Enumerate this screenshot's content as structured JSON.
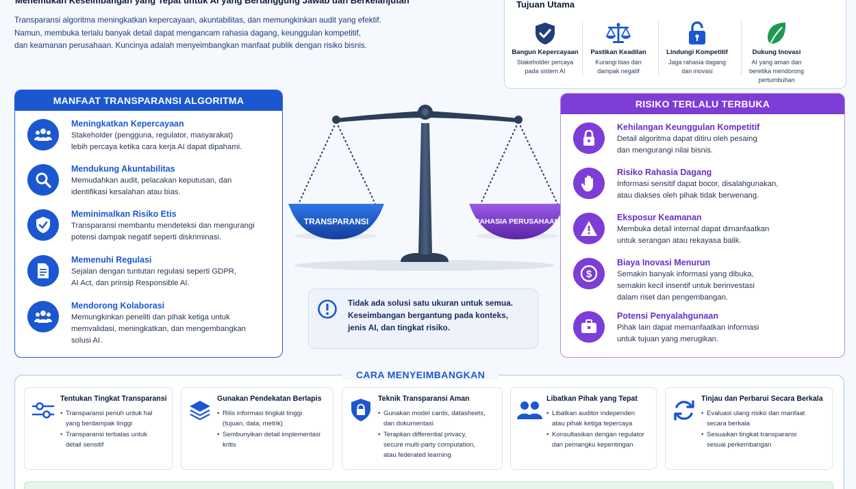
{
  "header": {
    "subtitle": "Menemukan Keseimbangan yang Tepat untuk AI yang Bertanggung Jawab dan Berkelanjutan",
    "intro_lines": [
      "Transparansi algoritma meningkatkan kepercayaan, akuntabilitas, dan memungkinkan audit yang efektif.",
      "Namun, membuka terlalu banyak detail dapat mengancam rahasia dagang, keunggulan kompetitif,",
      "dan keamanan perusahaan. Kuncinya adalah menyeimbangkan manfaat publik dengan risiko bisnis."
    ]
  },
  "goals": {
    "title": "Tujuan Utama",
    "items": [
      {
        "title": "Bangun Kepercayaan",
        "desc": [
          "Stakeholder percaya",
          "pada sistem AI"
        ],
        "icon": "shield-check-icon"
      },
      {
        "title": "Pastikan Keadilan",
        "desc": [
          "Kurangi bias dan",
          "dampak negatif"
        ],
        "icon": "balance-scale-icon"
      },
      {
        "title": "Lindungi Kompetitif",
        "desc": [
          "Jaga rahasia dagang",
          "dan inovasi"
        ],
        "icon": "lock-icon"
      },
      {
        "title": "Dukung Inovasi",
        "desc": [
          "AI yang aman dan",
          "beretika mendorong",
          "pertumbuhan"
        ],
        "icon": "leaf-icon"
      }
    ]
  },
  "benefits": {
    "title": "MANFAAT TRANSPARANSI ALGORITMA",
    "items": [
      {
        "title": "Meningkatkan Kepercayaan",
        "desc": [
          "Stakeholder (pengguna, regulator, masyarakat)",
          "lebih percaya ketika cara kerja AI dapat dipahami."
        ],
        "icon": "people-icon"
      },
      {
        "title": "Mendukung Akuntabilitas",
        "desc": [
          "Memudahkan audit, pelacakan keputusan, dan",
          "identifikasi kesalahan atau bias."
        ],
        "icon": "magnifier-icon"
      },
      {
        "title": "Meminimalkan Risiko Etis",
        "desc": [
          "Transparansi membantu mendeteksi dan mengurangi",
          "potensi dampak negatif seperti diskriminasi."
        ],
        "icon": "shield-check-icon"
      },
      {
        "title": "Memenuhi Regulasi",
        "desc": [
          "Sejalan dengan tuntutan regulasi seperti GDPR,",
          "AI Act, dan prinsip Responsible AI."
        ],
        "icon": "document-icon"
      },
      {
        "title": "Mendorong Kolaborasi",
        "desc": [
          "Memungkinkan peneliti dan pihak ketiga untuk",
          "memvalidasi, meningkatkan, dan mengembangkan",
          "solusi AI."
        ],
        "icon": "group-icon"
      }
    ]
  },
  "risks": {
    "title": "RISIKO TERLALU TERBUKA",
    "items": [
      {
        "title": "Kehilangan Keunggulan Kompetitif",
        "desc": [
          "Detail algoritma dapat ditiru oleh pesaing",
          "dan mengurangi nilai bisnis."
        ],
        "icon": "lock-icon"
      },
      {
        "title": "Risiko Rahasia Dagang",
        "desc": [
          "Informasi sensitif dapat bocor, disalahgunakan,",
          "atau diakses oleh pihak tidak berwenang."
        ],
        "icon": "hand-stop-icon"
      },
      {
        "title": "Eksposur Keamanan",
        "desc": [
          "Membuka detail internal dapat dimanfaatkan",
          "untuk serangan atau rekayasa balik."
        ],
        "icon": "warning-icon"
      },
      {
        "title": "Biaya Inovasi Menurun",
        "desc": [
          "Semakin banyak informasi yang dibuka,",
          "semakin kecil insentif untuk berinvestasi",
          "dalam riset dan pengembangan."
        ],
        "icon": "dollar-icon"
      },
      {
        "title": "Potensi Penyalahgunaan",
        "desc": [
          "Pihak lain dapat memanfaatkan informasi",
          "untuk tujuan yang merugikan."
        ],
        "icon": "briefcase-icon"
      }
    ]
  },
  "scale": {
    "left_label": "TRANSPARANSI",
    "right_label": "RAHASIA PERUSAHAAN",
    "left_color": "#1b57d0",
    "right_color": "#7e3dd6"
  },
  "note": {
    "lines": [
      "Tidak ada solusi satu ukuran untuk semua.",
      "Keseimbangan bergantung pada konteks,",
      "jenis AI, dan tingkat risiko."
    ],
    "icon": "exclamation-circle-icon"
  },
  "balance": {
    "title": "CARA MENYEIMBANGKAN",
    "cards": [
      {
        "title": "Tentukan Tingkat Transparansi",
        "icon": "sliders-icon",
        "bullets": [
          [
            "Transparansi penuh untuk hal",
            "yang berdampak tinggi"
          ],
          [
            "Transparansi terbatas untuk",
            "detail sensitif"
          ]
        ]
      },
      {
        "title": "Gunakan Pendekatan Berlapis",
        "icon": "layers-icon",
        "bullets": [
          [
            "Rilis informasi tingkat tinggi",
            "(tujuan, data, metrik)"
          ],
          [
            "Sembunyikan detail implementasi",
            "kritis"
          ]
        ]
      },
      {
        "title": "Teknik Transparansi Aman",
        "icon": "shield-lock-icon",
        "bullets": [
          [
            "Gunakan model cards, datasheets,",
            "dan dokumentasi"
          ],
          [
            "Terapkan differential privacy,",
            "secure multi-party computation,",
            "atau federated learning"
          ]
        ]
      },
      {
        "title": "Libatkan Pihak yang Tepat",
        "icon": "people-icon",
        "bullets": [
          [
            "Libatkan auditor independen",
            "atau pihak ketiga tepercaya"
          ],
          [
            "Konsultasikan dengan regulator",
            "dan pemangku kepentingan"
          ]
        ]
      },
      {
        "title": "Tinjau dan Perbarui Secara Berkala",
        "icon": "refresh-icon",
        "bullets": [
          [
            "Evaluasi ulang risiko dan manfaat",
            "secara berkala"
          ],
          [
            "Sesuaikan tingkat transparansi",
            "sesuai perkembangan"
          ]
        ]
      }
    ]
  }
}
